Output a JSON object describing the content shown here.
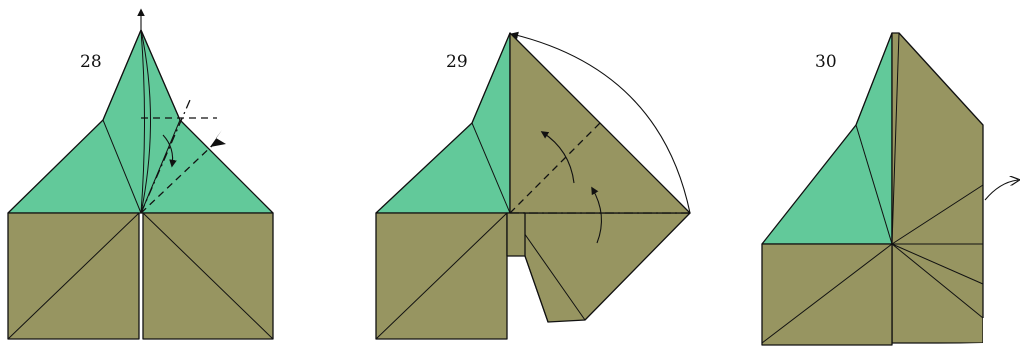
{
  "colors": {
    "green": "#62c99a",
    "olive": "#979561"
  },
  "steps": [
    {
      "number": "28"
    },
    {
      "number": "29"
    },
    {
      "number": "30"
    }
  ]
}
